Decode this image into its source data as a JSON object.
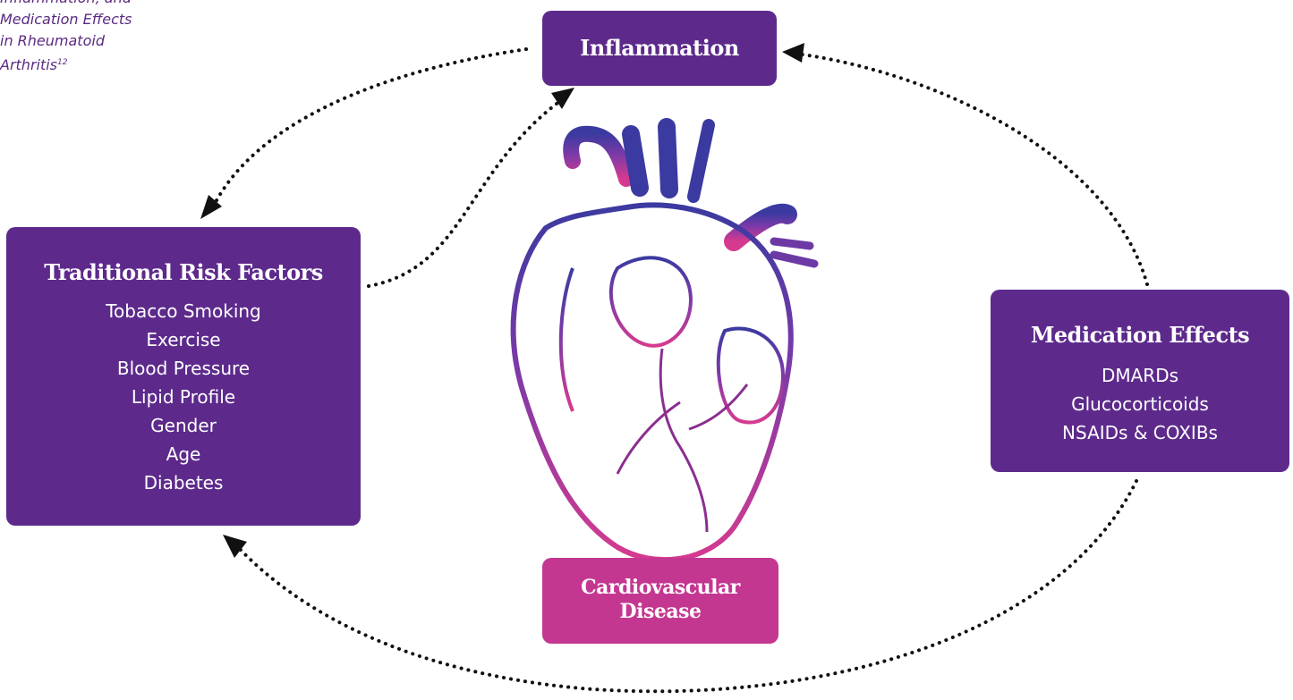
{
  "caption": {
    "lines": [
      "Inflammation, and",
      "Medication Effects",
      "in Rheumatoid",
      "Arthritis"
    ],
    "superscript": "12"
  },
  "nodes": {
    "inflammation": {
      "title": "Inflammation"
    },
    "risk_factors": {
      "title": "Traditional Risk Factors",
      "items": [
        "Tobacco Smoking",
        "Exercise",
        "Blood Pressure",
        "Lipid Profile",
        "Gender",
        "Age",
        "Diabetes"
      ]
    },
    "medication_effects": {
      "title": "Medication Effects",
      "items": [
        "DMARDs",
        "Glucocorticoids",
        "NSAIDs & COXIBs"
      ]
    },
    "cardiovascular_disease": {
      "title_lines": [
        "Cardiovascular",
        "Disease"
      ]
    }
  },
  "colors": {
    "box_purple": "#5d2a8c",
    "box_magenta": "#c43790",
    "heart_top": "#3b3aa0",
    "heart_bottom": "#d63a8f",
    "arrow": "#111111"
  },
  "icons": {
    "center_illustration": "anatomical-heart-icon"
  }
}
